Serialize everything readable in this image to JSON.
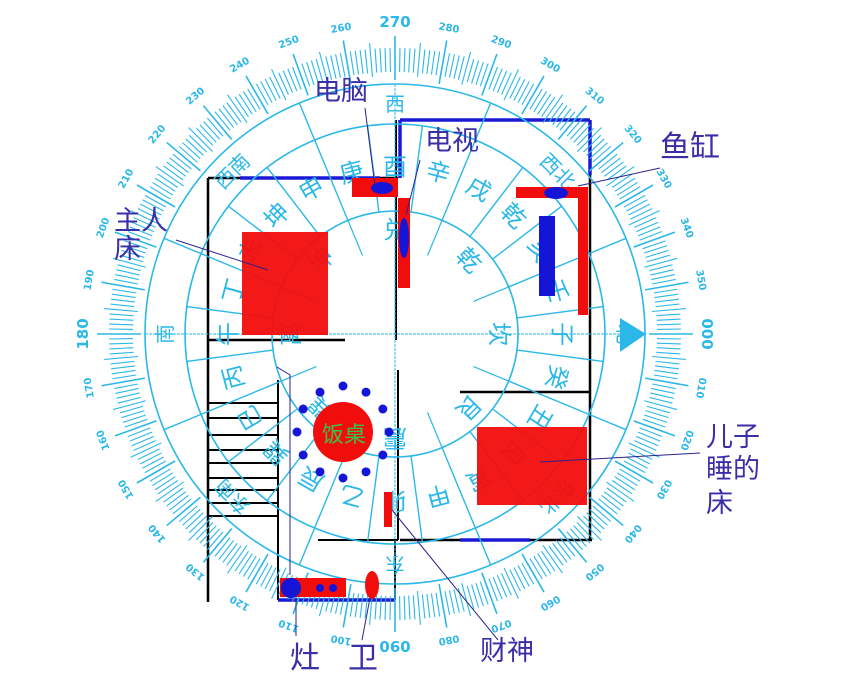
{
  "colors": {
    "compass": "#2bb8e8",
    "wall": "#000000",
    "wall_accent": "#1a1ad6",
    "furniture": "#f20d0d",
    "furniture_accent": "#1515d8",
    "label": "#3b2fa8",
    "table_text": "#39c24a"
  },
  "compass": {
    "degree_labels_every": 10,
    "bold_labels": [
      "000",
      "090",
      "180",
      "270"
    ],
    "eight_directions": [
      "北",
      "东北",
      "东",
      "东南",
      "南",
      "西南",
      "西",
      "西北"
    ],
    "twenty_four_mountains": [
      "子",
      "癸",
      "丑",
      "艮",
      "寅",
      "甲",
      "卯",
      "乙",
      "辰",
      "巽",
      "巳",
      "丙",
      "午",
      "丁",
      "未",
      "坤",
      "申",
      "庚",
      "酉",
      "辛",
      "戌",
      "乾",
      "亥",
      "壬"
    ],
    "trigrams": [
      "坎",
      "艮",
      "震",
      "巽",
      "离",
      "坤",
      "兑",
      "乾"
    ],
    "north_marker_icon": "triangle-right"
  },
  "labels": {
    "computer": "电脑",
    "tv": "电视",
    "fish_tank": "鱼缸",
    "master_bed_line1": "主人",
    "master_bed_line2": "床",
    "son_bed_line1": "儿子",
    "son_bed_line2": "睡的",
    "son_bed_line3": "床",
    "dining_table": "饭桌",
    "wealth_god": "财神",
    "stove": "灶",
    "toilet": "卫"
  }
}
